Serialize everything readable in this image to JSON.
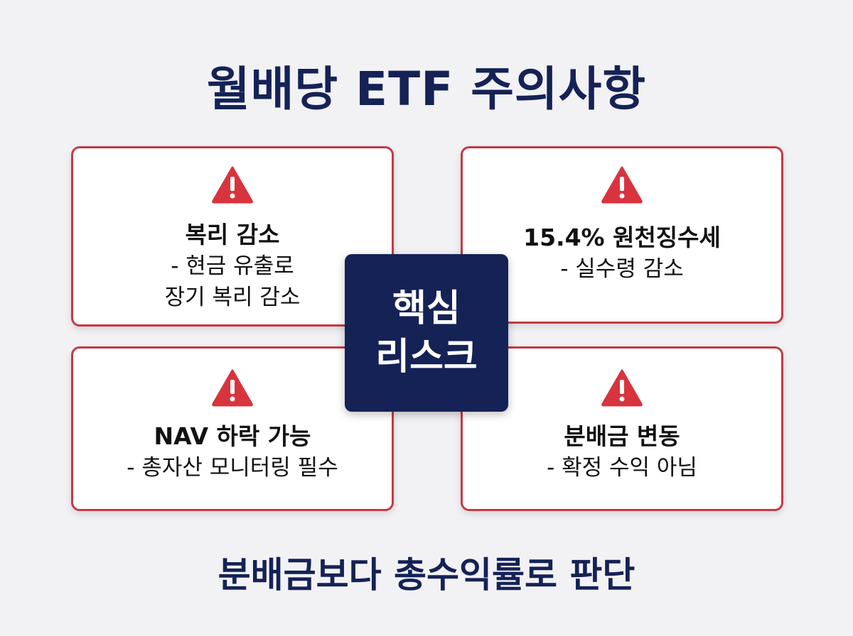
{
  "title": "월배당 ETF 주의사항",
  "center": {
    "label": "핵심\n리스크"
  },
  "cards": [
    {
      "title": "복리 감소",
      "desc": "- 현금 유출로\n장기 복리 감소",
      "icon": "warning-icon"
    },
    {
      "title": "15.4% 원천징수세",
      "desc": "- 실수령 감소",
      "icon": "warning-icon"
    },
    {
      "title": "NAV 하락 가능",
      "desc": "- 총자산 모니터링 필수",
      "icon": "warning-icon"
    },
    {
      "title": "분배금 변동",
      "desc": "- 확정 수익 아님",
      "icon": "warning-icon"
    }
  ],
  "footer": "분배금보다 총수익률로 판단",
  "colors": {
    "navy": "#152256",
    "red": "#c23b44",
    "icon_red": "#d8343d",
    "background": "#f2f2f4"
  }
}
